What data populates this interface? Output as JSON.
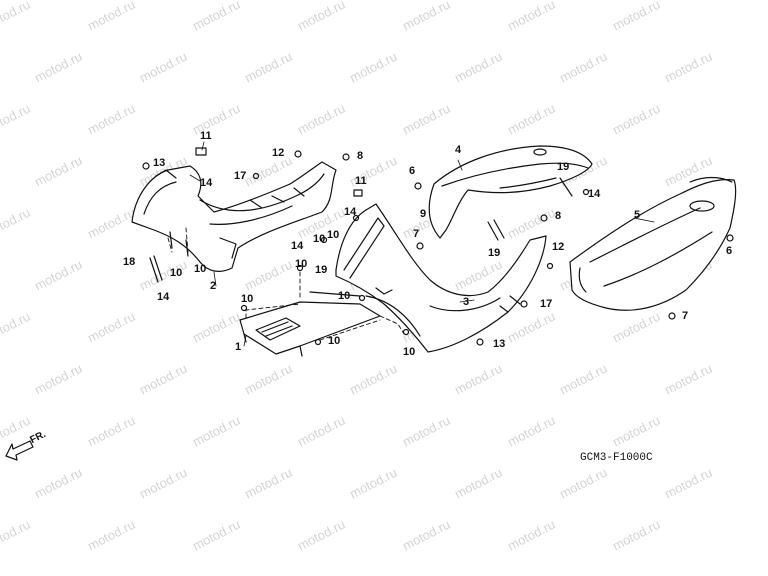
{
  "watermark": "motod.ru",
  "diagram_code": "GCM3-F1000C",
  "front_label": "FR.",
  "callouts": [
    "11",
    "13",
    "14",
    "17",
    "12",
    "8",
    "6",
    "4",
    "19",
    "14",
    "5",
    "18",
    "10",
    "10",
    "2",
    "14",
    "10",
    "11",
    "14",
    "9",
    "10",
    "7",
    "14",
    "8",
    "12",
    "19",
    "10",
    "19",
    "10",
    "10",
    "3",
    "17",
    "6",
    "1",
    "10",
    "10",
    "13",
    "7"
  ]
}
